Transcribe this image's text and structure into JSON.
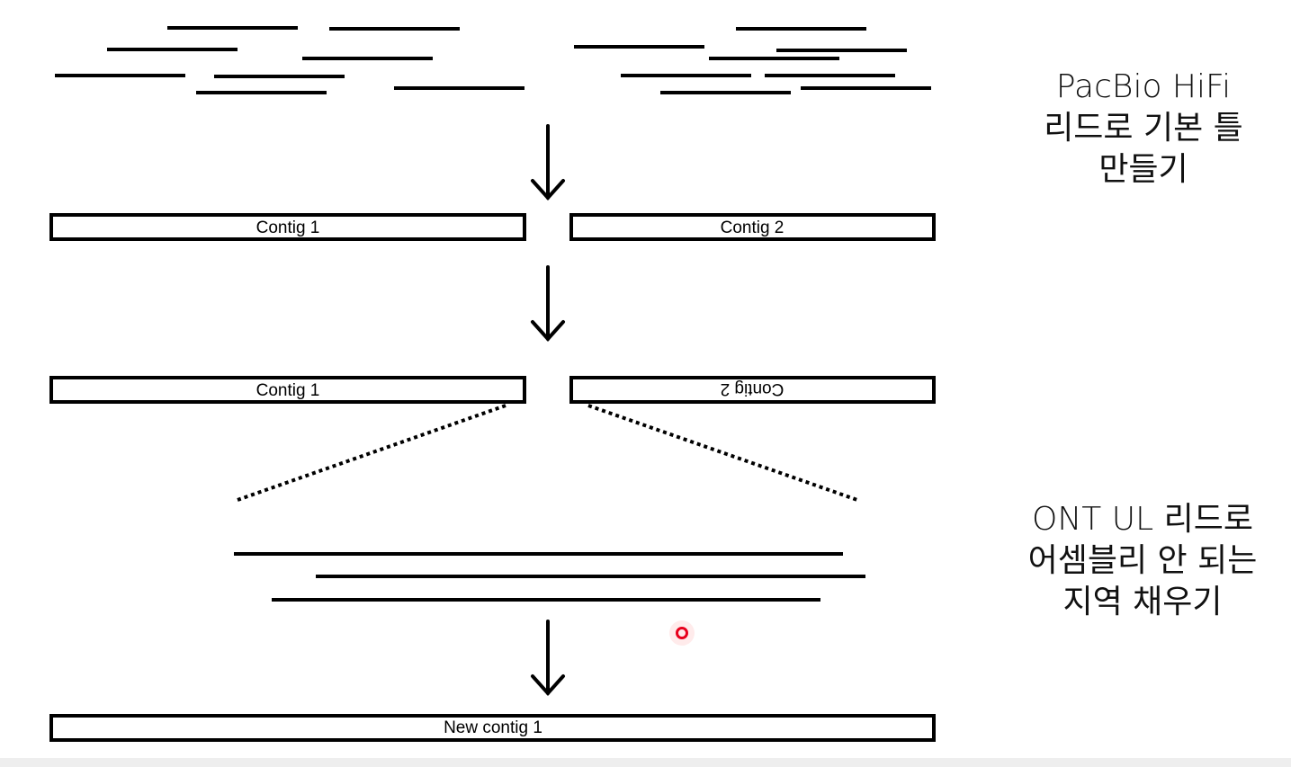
{
  "contigs": {
    "contig1_label": "Contig 1",
    "contig2_label": "Contig 2",
    "contig1_oriented_label": "Contig 1",
    "contig2_reversed_label": "Contig 2",
    "new_contig_label": "New contig 1"
  },
  "captions": {
    "hifi_step": {
      "line1": "PacBio HiFi",
      "line2": "리드로 기본 틀",
      "line3": "만들기"
    },
    "ont_step": {
      "line1": "ONT UL 리드로",
      "line2": "어셈블리 안 되는",
      "line3": "지역 채우기"
    }
  },
  "colors": {
    "line": "#000000",
    "cursor": "#e8001c"
  }
}
